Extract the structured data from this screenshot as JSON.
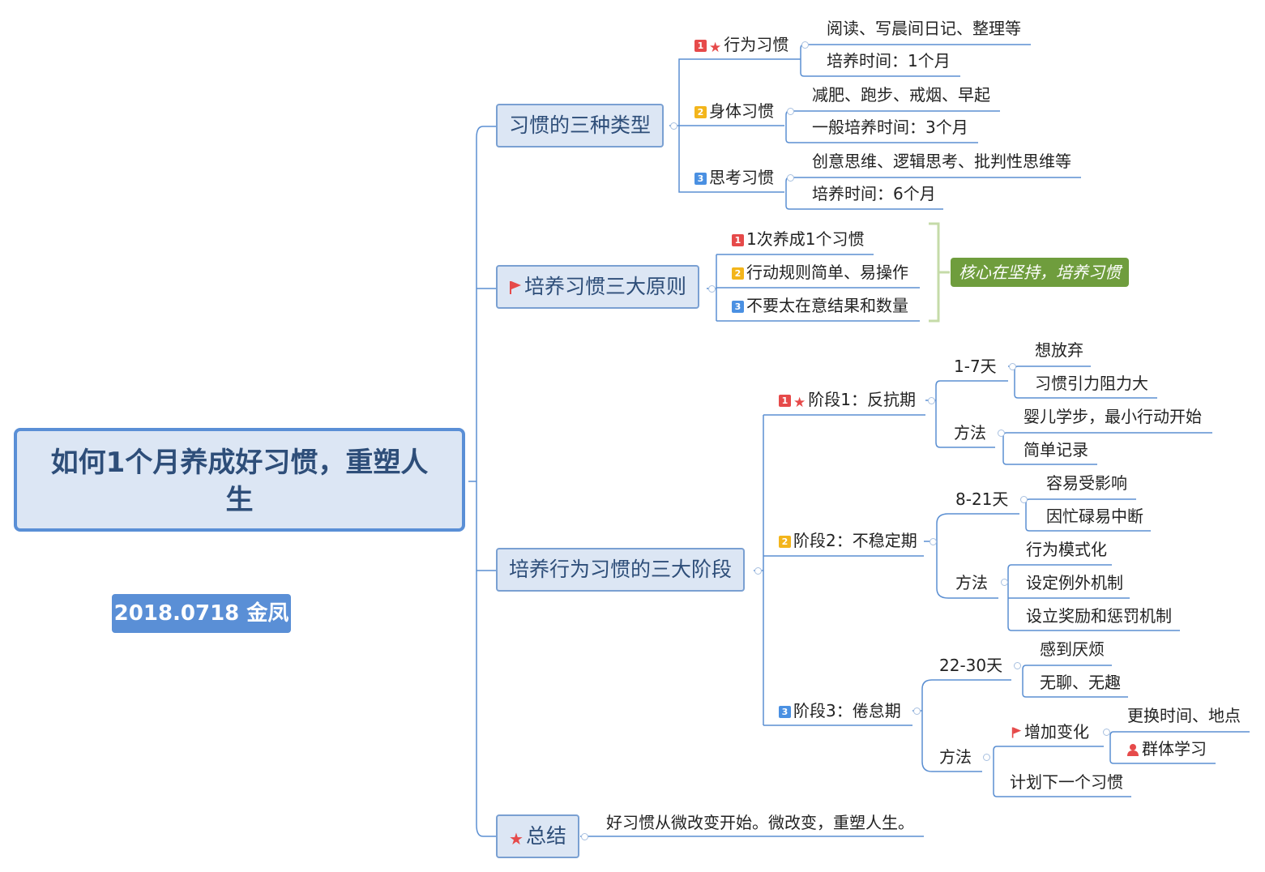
{
  "root": {
    "title": "如何1个月养成好习惯，重塑人生"
  },
  "date_label": "2018.0718 金凤",
  "branches": {
    "types": {
      "label": "习惯的三种类型",
      "items": [
        {
          "num": "1",
          "label": "行为习惯",
          "children": [
            "阅读、写晨间日记、整理等",
            "培养时间：1个月"
          ]
        },
        {
          "num": "2",
          "label": "身体习惯",
          "children": [
            "减肥、跑步、戒烟、早起",
            "一般培养时间：3个月"
          ]
        },
        {
          "num": "3",
          "label": "思考习惯",
          "children": [
            "创意思维、逻辑思考、批判性思维等",
            "培养时间：6个月"
          ]
        }
      ]
    },
    "principles": {
      "label": "培养习惯三大原则",
      "items": [
        {
          "num": "1",
          "label": "1次养成1个习惯"
        },
        {
          "num": "2",
          "label": "行动规则简单、易操作"
        },
        {
          "num": "3",
          "label": "不要太在意结果和数量"
        }
      ],
      "summary": "核心在坚持，培养习惯"
    },
    "stages": {
      "label": "培养行为习惯的三大阶段",
      "items": [
        {
          "num": "1",
          "label": "阶段1：反抗期",
          "period": "1-7天",
          "period_children": [
            "想放弃",
            "习惯引力阻力大"
          ],
          "method": "方法",
          "method_children": [
            "婴儿学步，最小行动开始",
            "简单记录"
          ]
        },
        {
          "num": "2",
          "label": "阶段2：不稳定期",
          "period": "8-21天",
          "period_children": [
            "容易受影响",
            "因忙碌易中断"
          ],
          "method": "方法",
          "method_children": [
            "行为模式化",
            "设定例外机制",
            "设立奖励和惩罚机制"
          ]
        },
        {
          "num": "3",
          "label": "阶段3：倦怠期",
          "period": "22-30天",
          "period_children": [
            "感到厌烦",
            "无聊、无趣"
          ],
          "method": "方法",
          "add_change": "增加变化",
          "add_change_children": [
            "更换时间、地点",
            "群体学习"
          ],
          "next": "计划下一个习惯"
        }
      ]
    },
    "summary": {
      "label": "总结",
      "text": "好习惯从微改变开始。微改变，重塑人生。"
    }
  },
  "colors": {
    "line": "#5b8fd2",
    "root_fill": "#dce6f4",
    "root_border": "#5a8fd6",
    "green": "#6f9d3d",
    "bracket": "#c5dba8",
    "red": "#e64a4a",
    "orange": "#f3b51b",
    "blue": "#4a90e2"
  },
  "icons": [
    "star-icon",
    "flag-icon",
    "person-icon",
    "collapse-icon"
  ]
}
